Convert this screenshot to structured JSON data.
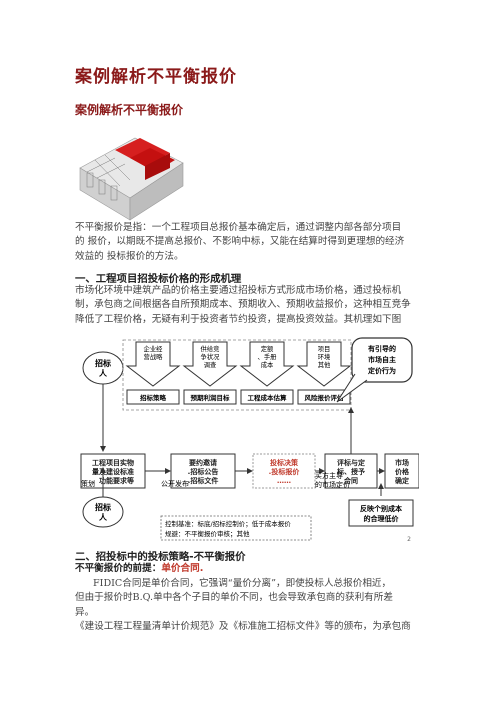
{
  "title": "案例解析不平衡报价",
  "subtitle": "案例解析不平衡报价",
  "intro": [
    "不平衡报价是指：一个工程项目总报价基本确定后，通过调整内部各部分项目",
    "的  报价，以期既不提高总报价、不影响中标，又能在结算时得到更理想的经济",
    "效益的  投标报价的方法。"
  ],
  "section1": {
    "heading": "一、工程项目招投标价格的形成机理",
    "body": [
      "市场化环境中建筑产品的价格主要通过招投标方式形成市场价格，通过投标机",
      "制，承包商之间根据各自所预期成本、预期收入、预期收益报价，这种相互竞争",
      "降低了工程价格，无疑有利于投资者节约投资，提高投资效益。其机理如下图"
    ]
  },
  "diagram": {
    "owner_top": "招标\n人",
    "owner_bottom": "招标\n人",
    "arrows": [
      "企业经\n营战略",
      "供给竞\n争状况\n调查",
      "定额\n、手册\n成本",
      "项目\n环境\n其他"
    ],
    "boxes_row1": [
      "招标策略",
      "预期利润目标",
      "工程成本估算",
      "风险报价评估"
    ],
    "callout": "有引导的\n市场自主\n定价行为",
    "main": [
      "工程项目实物\n量及建设标准\n、功能要求等",
      "要约邀请\n.招标公告\n.招标文件",
      "投标决策\n.投标报价\n……",
      "评标与定\n标、授予\n合同",
      "市场\n价格\n确定"
    ],
    "label_plan": "策划",
    "label_publish": "公开发布",
    "label_both": "买方主导\n的市场定价",
    "control": "控制基准：标底/招标控制价；低于成本报价\n规避：不平衡报价审核；其他",
    "reflect": "反映个别成本\n的合理低价",
    "page_no": "2"
  },
  "section2": {
    "heading": "二、招投标中的投标策略-不平衡报价",
    "premise_label": "不平衡报价的前提：",
    "premise_value": "单价合同.",
    "body": [
      "FIDIC合同是单价合同，它强调“量价分离”，即使投标人总报价相近，",
      "但由于报价时B.Q.单中各个子目的单价不同，也会导致承包商的获利有所差",
      "异。",
      "《建设工程工程量清单计价规范》及《标准施工招标文件》等的颁布，为承包商"
    ]
  }
}
